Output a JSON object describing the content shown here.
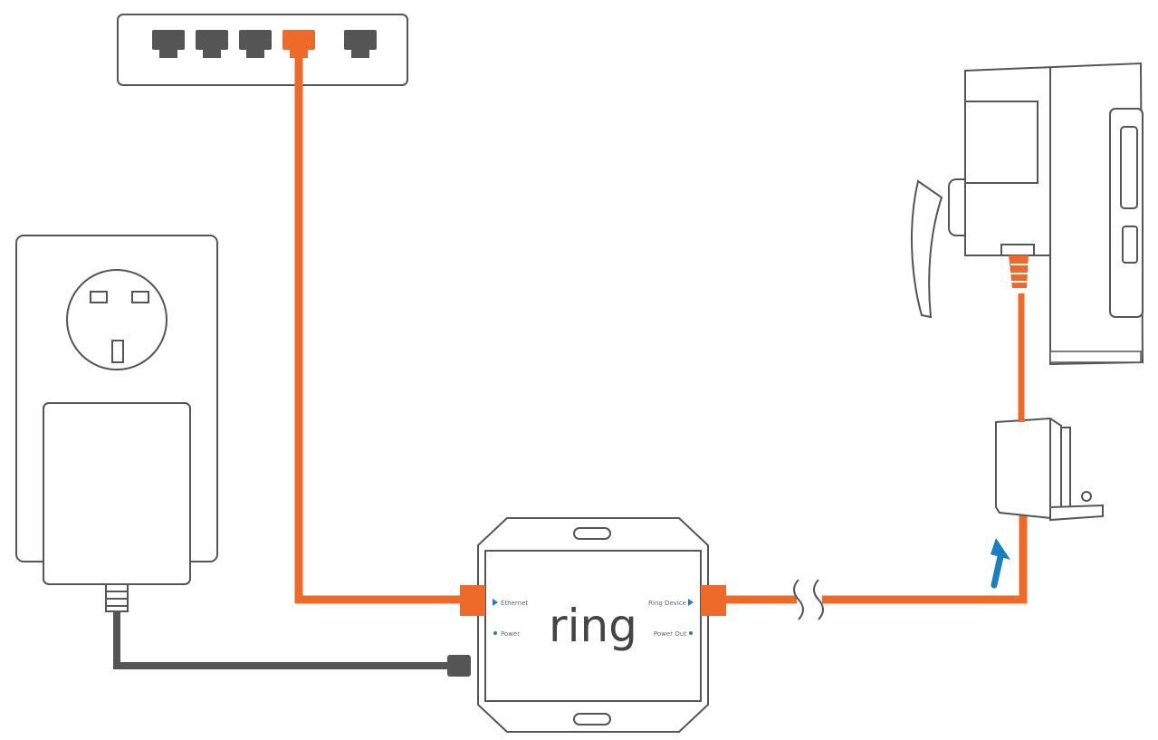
{
  "hub": {
    "brand": "ring",
    "label_ethernet": "Ethernet",
    "label_power": "Power",
    "label_ring_device": "Ring Device",
    "label_power_out": "Power Out"
  },
  "colors": {
    "cable_orange": "#ee6a2b",
    "power_cable": "#555555",
    "arrow_blue": "#1a7fc0",
    "port_blue": "#1a7fc0",
    "outline": "#555555"
  },
  "icons": {
    "router": "router-with-ethernet-ports",
    "wall_socket": "uk-wall-socket",
    "power_adapter": "plug-in-power-adapter",
    "camera": "ring-stick-up-camera",
    "connector": "weatherproof-connector",
    "cable_break": "cable-break-symbol",
    "insert_arrow": "up-arrow"
  }
}
